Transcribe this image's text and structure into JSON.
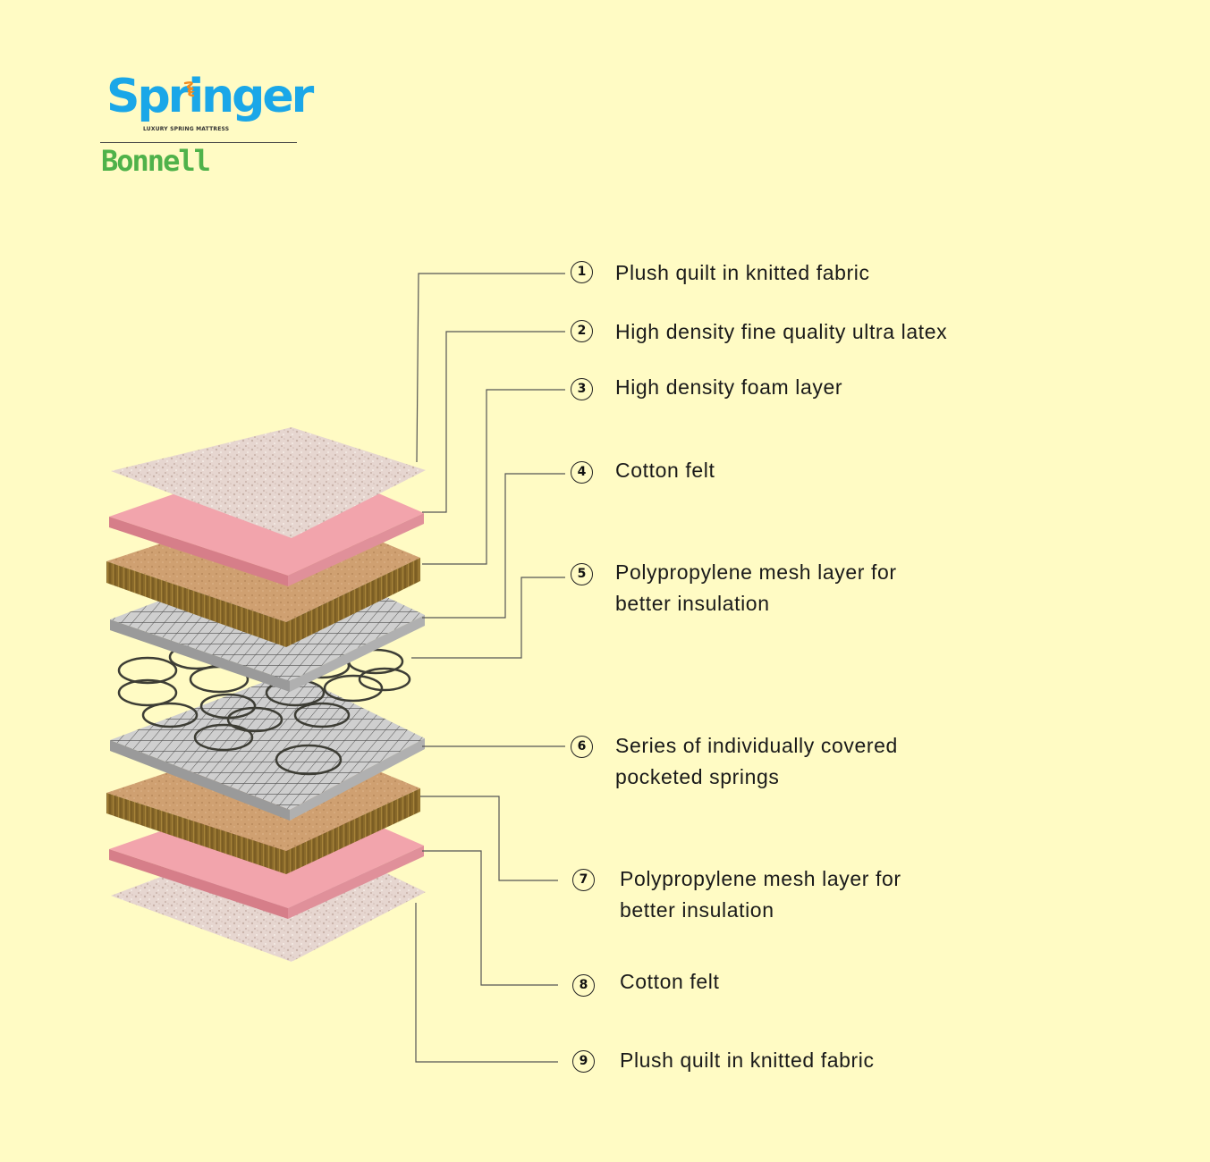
{
  "logo": {
    "brand": "Springer",
    "tagline": "LUXURY SPRING MATTRESS",
    "product": "Bonnell"
  },
  "layers": [
    {
      "number": "1",
      "text": "Plush quilt in knitted fabric"
    },
    {
      "number": "2",
      "text": "High density fine quality ultra latex"
    },
    {
      "number": "3",
      "text": "High density foam layer"
    },
    {
      "number": "4",
      "text": "Cotton felt"
    },
    {
      "number": "5",
      "text": "Polypropylene mesh layer for\nbetter insulation"
    },
    {
      "number": "6",
      "text": "Series of individually covered\npocketed springs"
    },
    {
      "number": "7",
      "text": "Polypropylene mesh layer for\nbetter insulation"
    },
    {
      "number": "8",
      "text": "Cotton felt"
    },
    {
      "number": "9",
      "text": "Plush quilt in knitted fabric"
    }
  ],
  "colors": {
    "background": "#fffbc4",
    "brand_blue": "#1aa7e8",
    "brand_green": "#4fb24a",
    "quilt": "#e6d6d0",
    "latex": "#f2a4ac",
    "felt": "#c89a6c",
    "mesh": "#c9c9c9"
  }
}
